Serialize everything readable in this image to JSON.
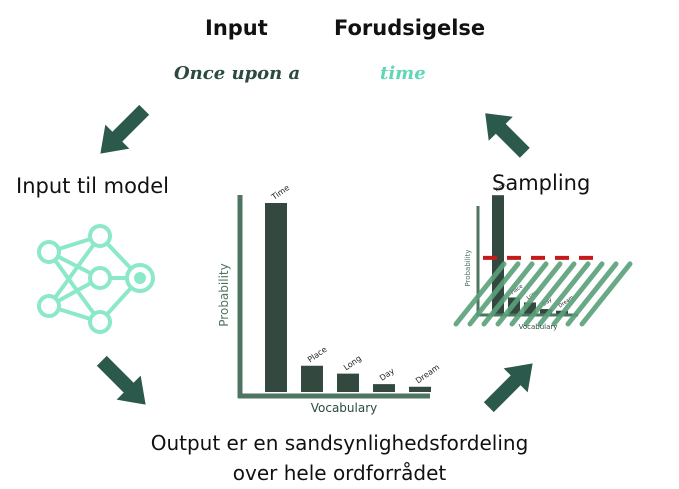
{
  "header": {
    "input_label": "Input",
    "prediction_label": "Forudsigelse"
  },
  "story": {
    "input_text": "Once upon a",
    "predicted_text": "time"
  },
  "stages": {
    "model_input": "Input til model",
    "sampling": "Sampling"
  },
  "caption": {
    "line1": "Output er en sandsynlighedsfordeling",
    "line2": "over hele ordforrådet"
  },
  "colors": {
    "bar": "#33483f",
    "axis": "#4e7562",
    "arrow": "#2b5a4c",
    "teal": "#58d8b5",
    "network": "#8be8c8",
    "hatch": "#5aa07a",
    "threshold": "#c41a1a"
  },
  "chart_data": [
    {
      "type": "bar",
      "categories": [
        "Time",
        "Place",
        "Long",
        "Day",
        "Dream"
      ],
      "values": [
        0.72,
        0.1,
        0.07,
        0.03,
        0.02
      ],
      "xlabel": "Vocabulary",
      "ylabel": "Probability",
      "ylim": [
        0,
        0.8
      ]
    },
    {
      "type": "bar",
      "categories": [
        "Time",
        "Place",
        "Long",
        "Day",
        "Dream"
      ],
      "values": [
        0.72,
        0.1,
        0.07,
        0.03,
        0.02
      ],
      "xlabel": "Vocabulary",
      "ylabel": "Probability",
      "ylim": [
        0,
        0.8
      ],
      "threshold": 0.34
    }
  ]
}
